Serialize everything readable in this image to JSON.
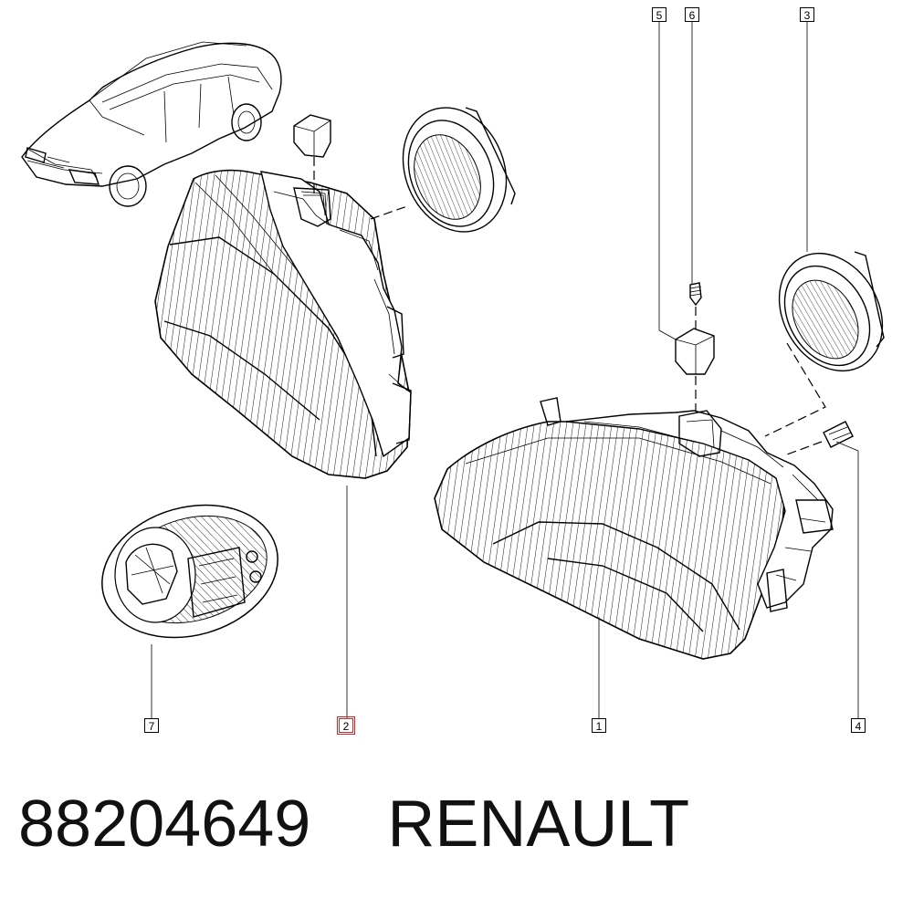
{
  "callouts": {
    "c1": "1",
    "c2": "2",
    "c3": "3",
    "c4": "4",
    "c5": "5",
    "c6": "6",
    "c7": "7"
  },
  "caption": {
    "part_number": "88204649",
    "brand": "RENAULT"
  },
  "colors": {
    "highlight": "#cc2b2b",
    "line": "#000000"
  }
}
